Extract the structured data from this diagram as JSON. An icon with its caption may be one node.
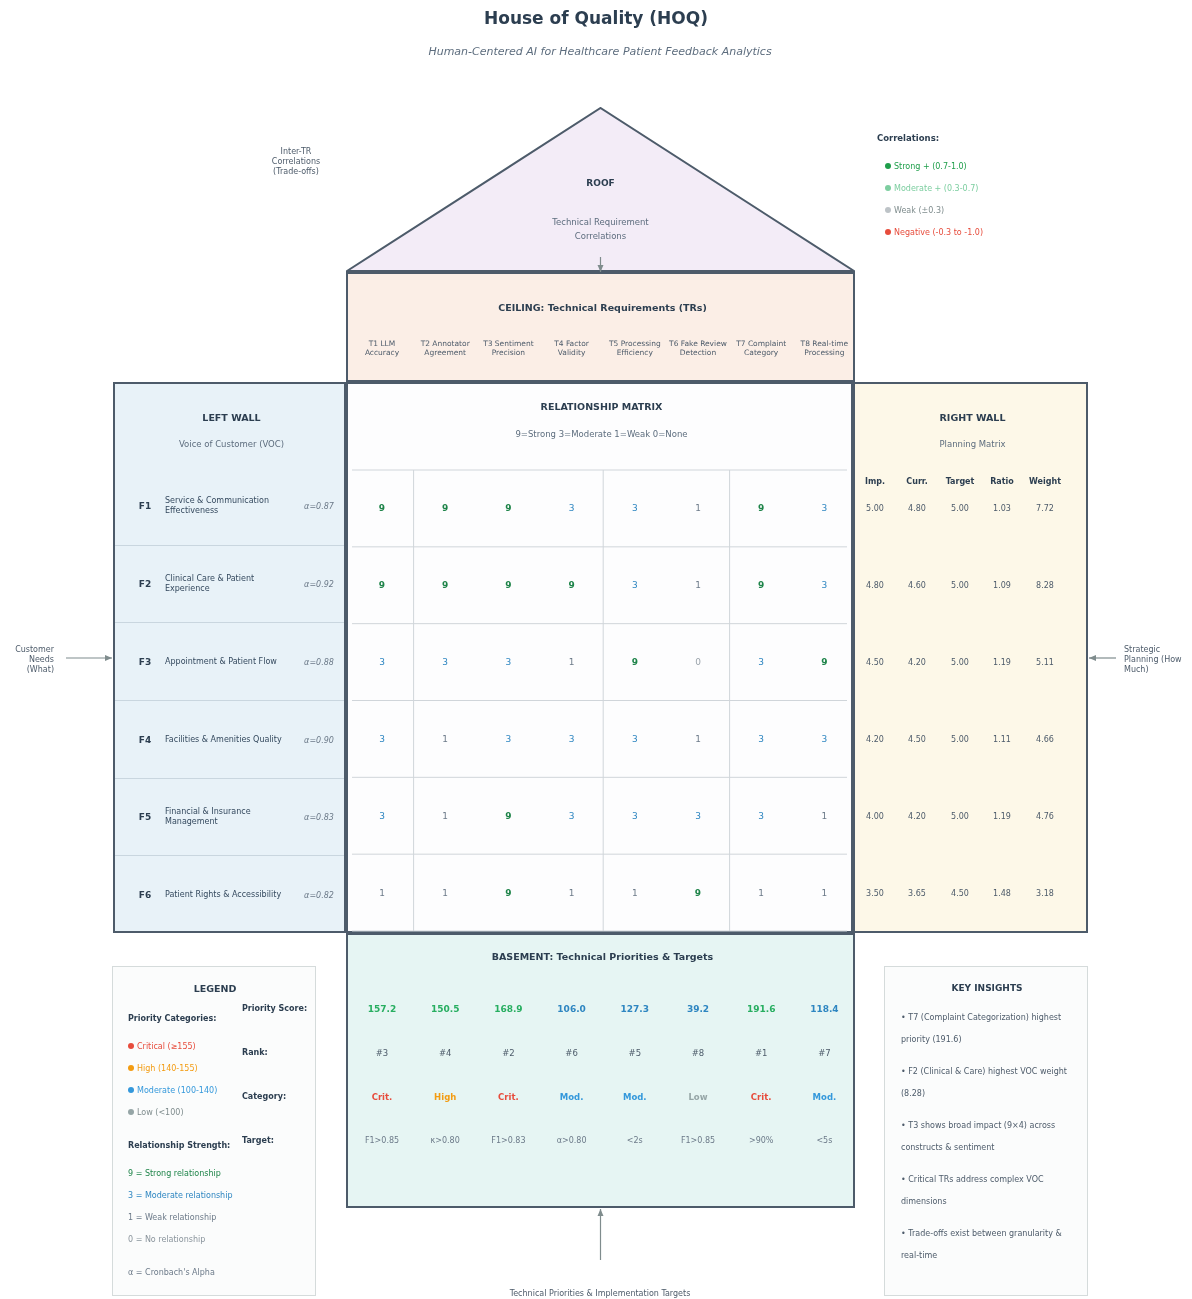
{
  "diagram": {
    "title": "House of Quality (HOQ)",
    "nodes": [
      {
        "text": [
          "ROOF",
          "Technical Requirement Correlations"
        ]
      },
      {
        "text": [
          "CEILING: Technical Requirements (TRs)"
        ]
      },
      {
        "text": [
          "LEFT WALL",
          "Voice of Customer (VOC)"
        ]
      },
      {
        "text": [
          "F1",
          "Service & Communication Effectiveness",
          "α=0.87"
        ],
        "in": 2
      },
      {
        "text": [
          "F2",
          "Clinical Care & Patient Experience",
          "α=0.92"
        ],
        "in": 2
      },
      {
        "text": [
          "F3",
          "Appointment & Patient Flow",
          "α=0.88"
        ],
        "in": 2
      },
      {
        "text": [
          "F4",
          "Facilities & Amenities Quality",
          "α=0.90"
        ],
        "in": 2
      },
      {
        "text": [
          "F5",
          "Financial & Insurance Management",
          "α=0.83"
        ],
        "in": 2
      },
      {
        "text": [
          "F6",
          "Patient Rights & Accessibility",
          "α=0.82"
        ],
        "in": 2
      },
      {
        "text": [
          "RELATIONSHIP MATRIX",
          "9=Strong 3=Moderate 1=Weak 0=None"
        ]
      },
      {
        "text": [
          "RIGHT WALL",
          "Planning Matrix"
        ]
      },
      {
        "text": [
          "BASEMENT: Technical Priorities & Targets"
        ]
      },
      {
        "text": [
          "LEGEND"
        ]
      },
      {
        "text": [
          "KEY INSIGHTS",
          "• T7 (Complaint Categorization) highest priority (191.6)",
          "• F2 (Clinical & Care) highest VOC weight (8.28)",
          "• T3 shows broad impact (9×4) across constructs & sentiment",
          "• Critical TRs address complex VOC dimensions",
          "• Trade-offs exist between granularity & real-time"
        ]
      },
      {
        "text": [
          "Customer Needs (What)"
        ]
      },
      {
        "text": [
          "Strategic Planning (How Much)"
        ]
      },
      {
        "text": [
          "Technical Priorities & Implementation Targets"
        ]
      }
    ],
    "edges": [
      {
        "from": 0,
        "to": 1,
        "arrow": "to"
      },
      {
        "from": 14,
        "to": 2,
        "arrow": "to"
      },
      {
        "from": 15,
        "to": 10,
        "arrow": "to"
      },
      {
        "from": 16,
        "to": 11,
        "arrow": "to"
      }
    ],
    "labels": [
      "Human-Centered AI for Healthcare Patient Feedback Analytics",
      "Inter-TR Correlations (Trade-offs)",
      "Correlations:",
      "T1 LLM Accuracy",
      "T2 Annotator Agreement",
      "T3 Sentiment Precision",
      "T4 Factor Validity",
      "T5 Processing Efficiency",
      "T6 Fake Review Detection",
      "T7 Complaint Category",
      "T8 Real-time Processing",
      "Imp.",
      "Curr.",
      "Target",
      "Ratio",
      "Weight",
      "9",
      "9",
      "9",
      "3",
      "3",
      "1",
      "9",
      "3",
      "9",
      "9",
      "9",
      "9",
      "3",
      "1",
      "9",
      "3",
      "3",
      "3",
      "3",
      "1",
      "9",
      "0",
      "3",
      "9",
      "3",
      "1",
      "3",
      "3",
      "3",
      "1",
      "3",
      "3",
      "3",
      "1",
      "9",
      "3",
      "3",
      "3",
      "3",
      "1",
      "1",
      "1",
      "9",
      "1",
      "1",
      "9",
      "1",
      "1",
      "5.00",
      "4.80",
      "5.00",
      "1.03",
      "7.72",
      "4.80",
      "4.60",
      "5.00",
      "1.09",
      "8.28",
      "4.50",
      "4.20",
      "5.00",
      "1.19",
      "5.11",
      "4.20",
      "4.50",
      "5.00",
      "1.11",
      "4.66",
      "4.00",
      "4.20",
      "5.00",
      "1.19",
      "4.76",
      "3.50",
      "3.65",
      "4.50",
      "1.48",
      "3.18",
      "Priority Score:",
      "Rank:",
      "Category:",
      "Target:",
      "157.2",
      "150.5",
      "168.9",
      "106.0",
      "127.3",
      "39.2",
      "191.6",
      "118.4",
      "#3",
      "#4",
      "#2",
      "#6",
      "#5",
      "#8",
      "#1",
      "#7",
      "Crit.",
      "High",
      "Crit.",
      "Mod.",
      "Mod.",
      "Low",
      "Crit.",
      "Mod.",
      "F1>0.85",
      "κ>0.80",
      "F1>0.83",
      "α>0.80",
      "<2s",
      "F1>0.85",
      ">90%",
      "<5s",
      "Priority Categories:",
      "Relationship Strength:",
      "9 = Strong relationship",
      "3 = Moderate relationship",
      "1 = Weak relationship",
      "0 = No relationship",
      "α = Cronbach's Alpha"
    ],
    "legend": [
      {
        "text": "Strong + (0.7-1.0)",
        "color": "#1e9e4a"
      },
      {
        "text": "Moderate + (0.3-0.7)",
        "color": "#7dcea0"
      },
      {
        "text": "Weak (±0.3)",
        "color": "#bdc3c7"
      },
      {
        "text": "Negative (-0.3 to -1.0)",
        "color": "#e74c3c"
      },
      {
        "text": "Critical (≥155)",
        "color": "#e74c3c"
      },
      {
        "text": "High (140-155)",
        "color": "#f39c12"
      },
      {
        "text": "Moderate (100-140)",
        "color": "#3498db"
      },
      {
        "text": "Low (<100)",
        "color": "#95a5a6"
      }
    ]
  }
}
